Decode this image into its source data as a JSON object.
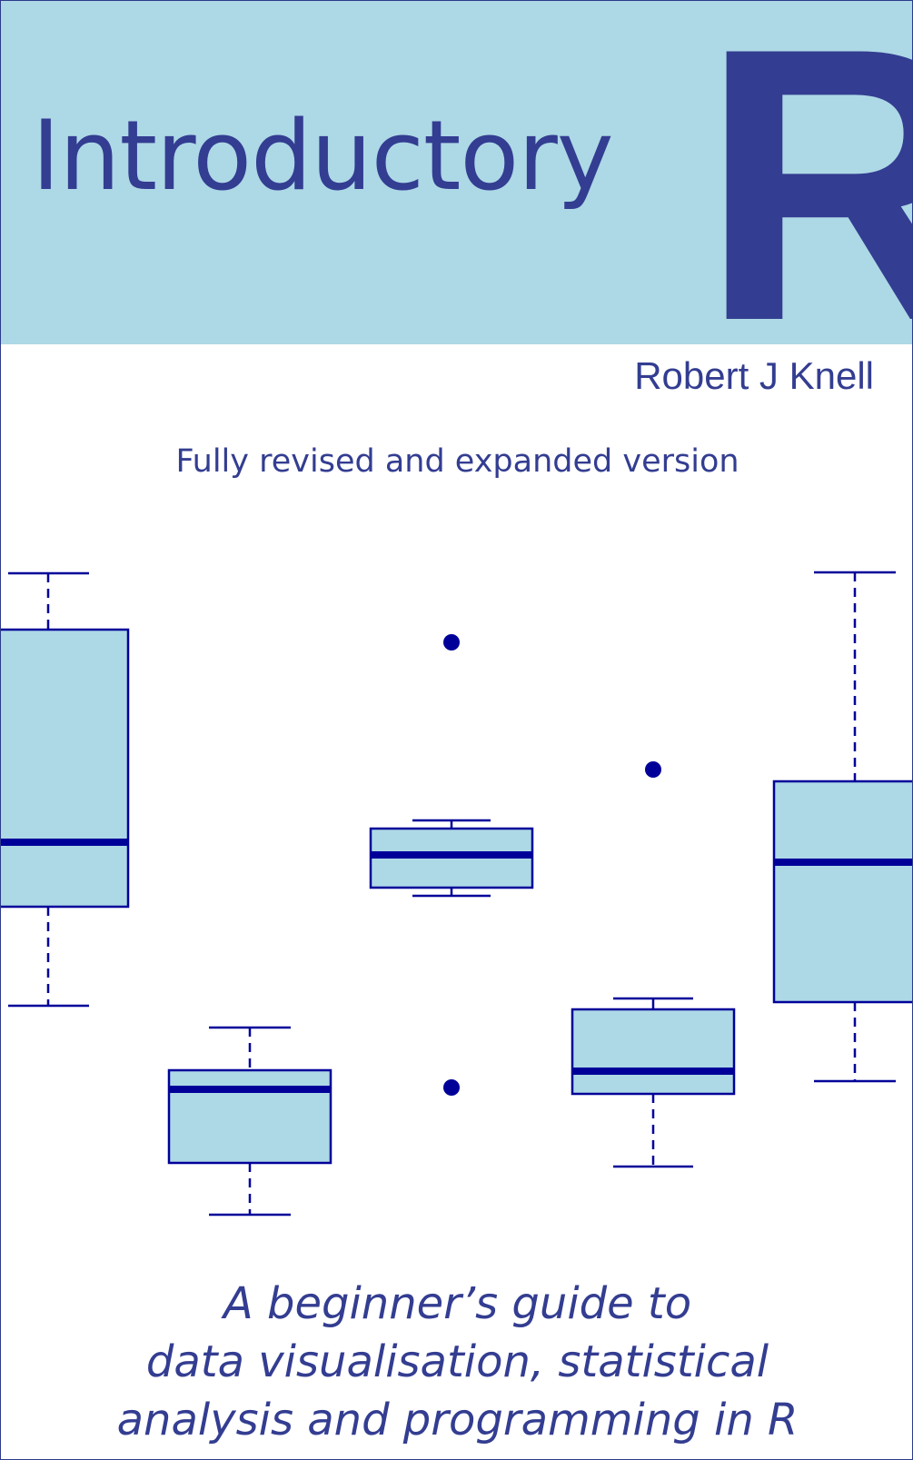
{
  "cover": {
    "title_word": "Introductory",
    "title_letter": "R",
    "author": "Robert J Knell",
    "edition": "Fully revised and expanded version",
    "tagline": [
      "A beginner’s guide to",
      "data visualisation, statistical",
      "analysis and programming in R"
    ]
  },
  "colors": {
    "band": "#add8e6",
    "title_text": "#333d91",
    "box_fill": "#add8e6",
    "box_stroke": "#000099"
  }
}
